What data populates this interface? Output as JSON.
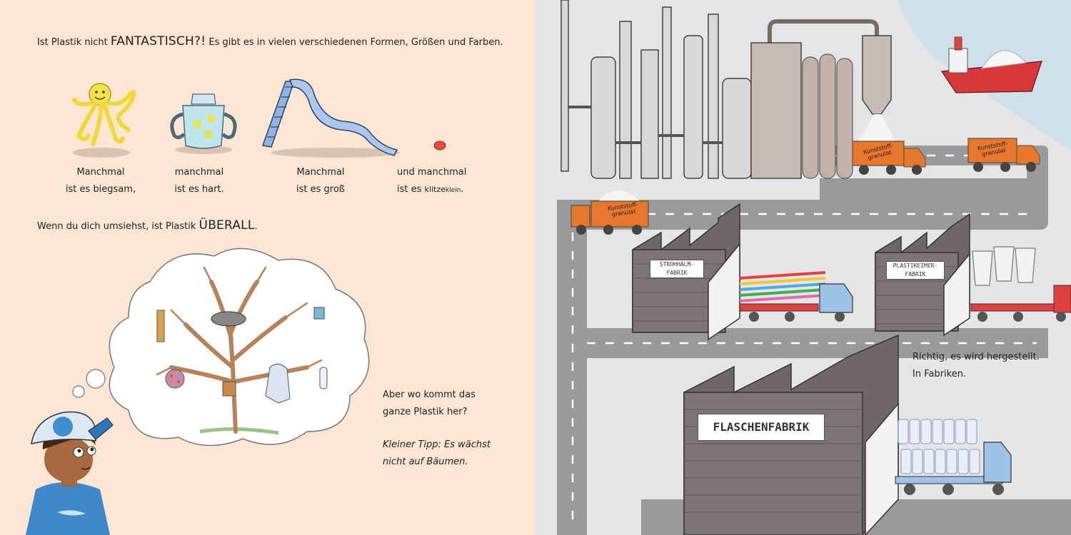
{
  "left_page": {
    "intro": {
      "pre": "Ist Plastik nicht ",
      "emph": "FANTASTISCH?!",
      "post": " Es gibt es in vielen verschiedenen Formen, Größen und Farben."
    },
    "captions": [
      {
        "line1": "Manchmal",
        "line2": "ist es biegsam,"
      },
      {
        "line1": "manchmal",
        "line2": "ist es hart."
      },
      {
        "line1": "Manchmal",
        "line2": "ist es groß"
      },
      {
        "line1": "und manchmal",
        "line2_pre": "ist es ",
        "line2_mid": "klitze",
        "line2_small": "klein",
        "line2_post": "."
      }
    ],
    "everywhere": {
      "pre": "Wenn du dich umsiehst, ist Plastik ",
      "emph": "ÜBERALL",
      "post": "."
    },
    "question": {
      "line1": "Aber wo kommt das",
      "line2": "ganze Plastik her?"
    },
    "tip": {
      "line1": "Kleiner Tipp: Es wächst",
      "line2": "nicht auf Bäumen."
    }
  },
  "right_page": {
    "answer": {
      "line1": "Richtig, es wird hergestellt.",
      "line2": "In Fabriken."
    },
    "truck_label": {
      "line1": "Kunststoff-",
      "line2": "granulat"
    },
    "factories": {
      "straw": {
        "line1": "STROHHALM-",
        "line2": "FABRIK"
      },
      "bucket": {
        "line1": "PLASTIKEIMER-",
        "line2": "FABRIK"
      },
      "bottle": "FLASCHENFABRIK"
    }
  },
  "colors": {
    "left_bg": "#fbe5d3",
    "right_bg": "#e5e5e8",
    "road": "#9a9a9c",
    "brick": "#6e6668",
    "truck_orange": "#e8772e",
    "water": "#cfe0ea"
  }
}
